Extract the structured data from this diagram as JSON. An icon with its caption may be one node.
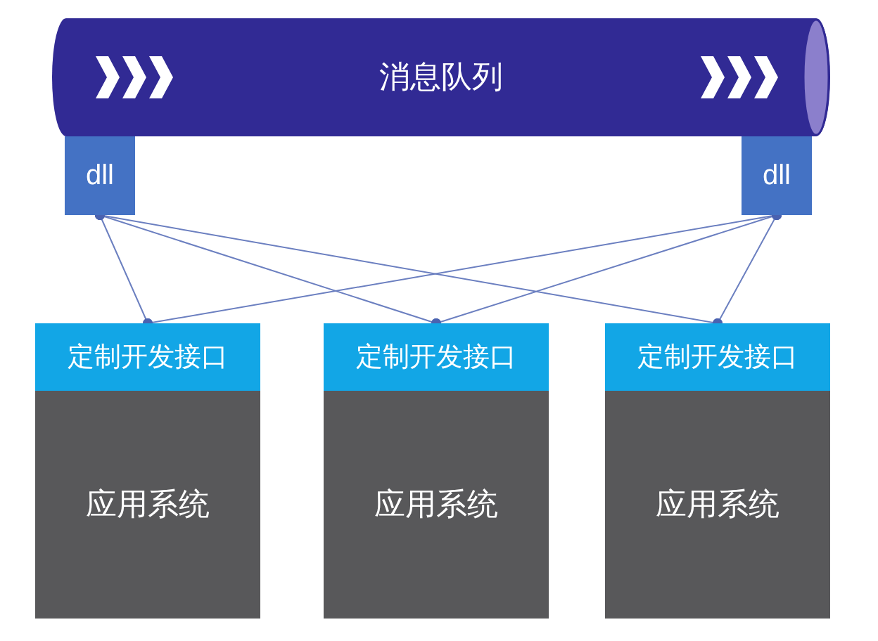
{
  "diagram": {
    "nodes": [
      {
        "text": [
          "消息队列"
        ]
      },
      {
        "text": [
          "dll"
        ]
      },
      {
        "text": [
          "dll"
        ]
      },
      {
        "text": [
          "定制开发接口"
        ]
      },
      {
        "text": [
          "定制开发接口"
        ]
      },
      {
        "text": [
          "定制开发接口"
        ]
      },
      {
        "text": [
          "应用系统"
        ]
      },
      {
        "text": [
          "应用系统"
        ]
      },
      {
        "text": [
          "应用系统"
        ]
      }
    ],
    "edges": [
      {
        "from": 1,
        "to": 3,
        "arrow": "other"
      },
      {
        "from": 1,
        "to": 4,
        "arrow": "other"
      },
      {
        "from": 1,
        "to": 5,
        "arrow": "other"
      },
      {
        "from": 2,
        "to": 3,
        "arrow": "other"
      },
      {
        "from": 2,
        "to": 4,
        "arrow": "other"
      },
      {
        "from": 2,
        "to": 5,
        "arrow": "other"
      }
    ]
  }
}
